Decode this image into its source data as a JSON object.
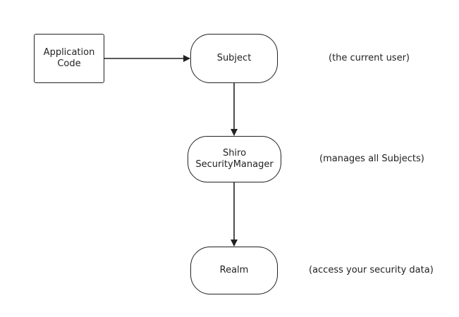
{
  "colors": {
    "stroke": "#222222",
    "text": "#222222",
    "background": "#ffffff"
  },
  "nodes": {
    "app_code": {
      "line1": "Application",
      "line2": "Code"
    },
    "subject": {
      "label": "Subject"
    },
    "security_manager": {
      "line1": "Shiro",
      "line2": "SecurityManager"
    },
    "realm": {
      "label": "Realm"
    }
  },
  "annotations": {
    "subject": "(the current user)",
    "security_manager": "(manages all Subjects)",
    "realm": "(access your security data)"
  }
}
